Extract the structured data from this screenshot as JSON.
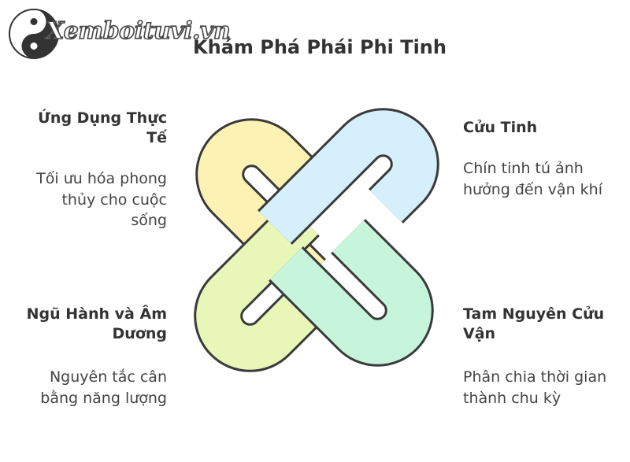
{
  "watermark": "Xemboituvi.vn",
  "title": "Khám Phá Phái Phi Tinh",
  "sections": [
    {
      "label": "Ứng Dụng Thực Tế",
      "description": "Tối ưu hóa phong thủy cho cuộc sống",
      "color": "#fbf2b4"
    },
    {
      "label": "Cửu Tinh",
      "description": "Chín tinh tú ảnh hưởng đến vận khí",
      "color": "#d5f0fb"
    },
    {
      "label": "Ngũ Hành và Âm Dương",
      "description": "Nguyên tắc cân bằng năng lượng",
      "color": "#e8f7b7"
    },
    {
      "label": "Tam Nguyên Cửu Vận",
      "description": "Phân chia thời gian thành chu kỳ",
      "color": "#c7f5dc"
    }
  ],
  "stroke_color": "#3a3a3a"
}
